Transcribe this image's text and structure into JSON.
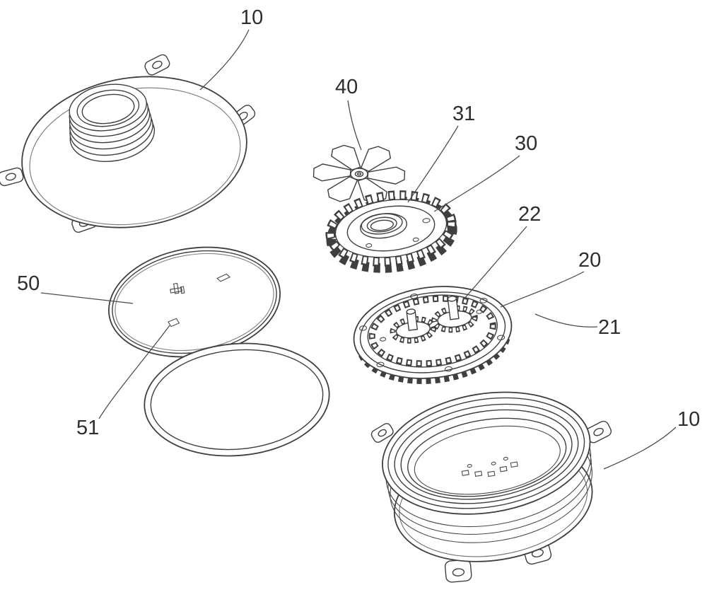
{
  "figure": {
    "background": "#ffffff",
    "line_color": "#3f3f3f",
    "label_color": "#2e2e2e",
    "labels": [
      {
        "id": "10-top",
        "text": "10"
      },
      {
        "id": "40",
        "text": "40"
      },
      {
        "id": "31",
        "text": "31"
      },
      {
        "id": "30",
        "text": "30"
      },
      {
        "id": "22",
        "text": "22"
      },
      {
        "id": "20",
        "text": "20"
      },
      {
        "id": "21",
        "text": "21"
      },
      {
        "id": "50",
        "text": "50"
      },
      {
        "id": "51",
        "text": "51"
      },
      {
        "id": "10-bottom",
        "text": "10"
      }
    ]
  }
}
